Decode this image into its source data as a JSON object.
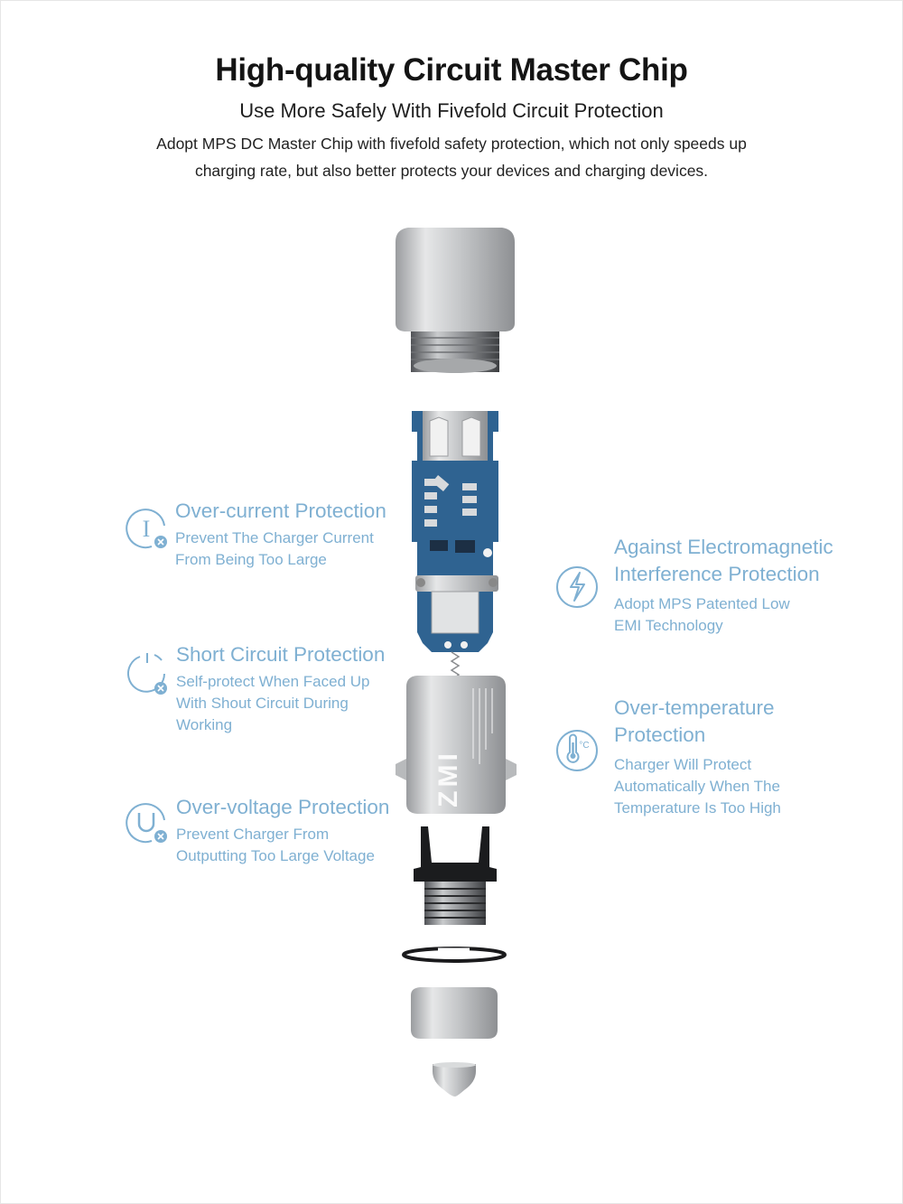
{
  "header": {
    "title": "High-quality Circuit Master Chip",
    "subtitle": "Use More Safely With Fivefold Circuit Protection",
    "description": "Adopt MPS DC Master Chip with fivefold safety protection, which not only speeds up charging rate, but also better protects your devices and charging devices."
  },
  "features": {
    "over_current": {
      "title": "Over-current Protection",
      "text": "Prevent The Charger Current From Being Too Large",
      "icon": "current-icon"
    },
    "short_circuit": {
      "title": "Short Circuit Protection",
      "text": "Self-protect When Faced Up With Shout Circuit During Working",
      "icon": "power-icon"
    },
    "over_voltage": {
      "title": "Over-voltage Protection",
      "text": "Prevent Charger From Outputting Too Large Voltage",
      "icon": "voltage-icon"
    },
    "emi": {
      "title": "Against Electromagnetic Interference Protection",
      "text": "Adopt MPS Patented Low EMI Technology",
      "icon": "lightning-icon"
    },
    "over_temp": {
      "title": "Over-temperature Protection",
      "text": "Charger Will Protect Automatically When The Temperature Is Too High",
      "icon": "thermometer-icon"
    }
  },
  "product": {
    "brand_mark": "ZMI"
  },
  "colors": {
    "accent": "#7fb0d2",
    "pcb": "#2f6391",
    "metal": "#b4b6b8"
  }
}
